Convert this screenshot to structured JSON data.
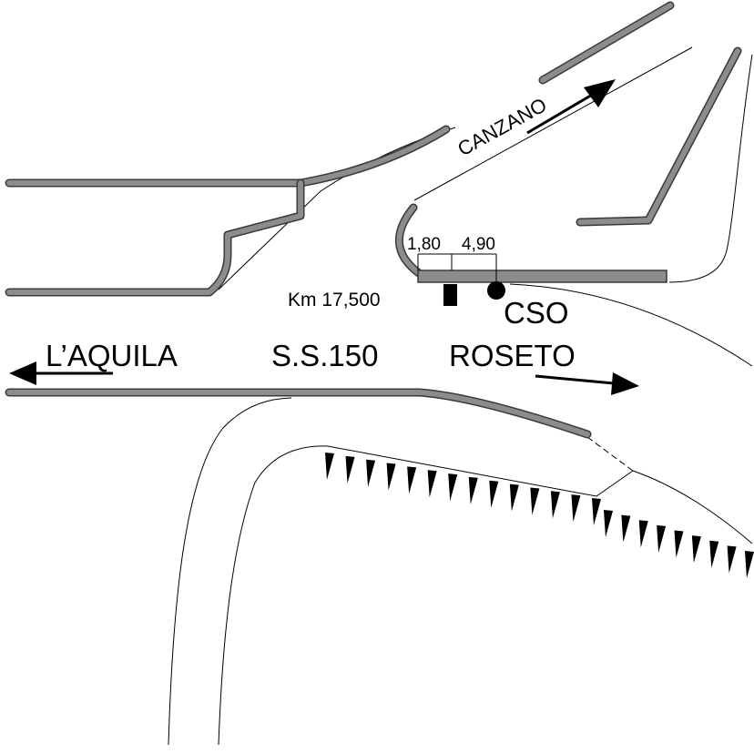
{
  "labels": {
    "canzano": "CANZANO",
    "dim_a": "1,80",
    "dim_b": "4,90",
    "km": "Km 17,500",
    "cso": "CSO",
    "aquila": "L’AQUILA",
    "road": "S.S.150",
    "roseto": "ROSETO"
  },
  "colors": {
    "curb": "#8c8c8c",
    "curb_outline": "#3a3a3a",
    "line": "#000000",
    "background": "#ffffff"
  }
}
